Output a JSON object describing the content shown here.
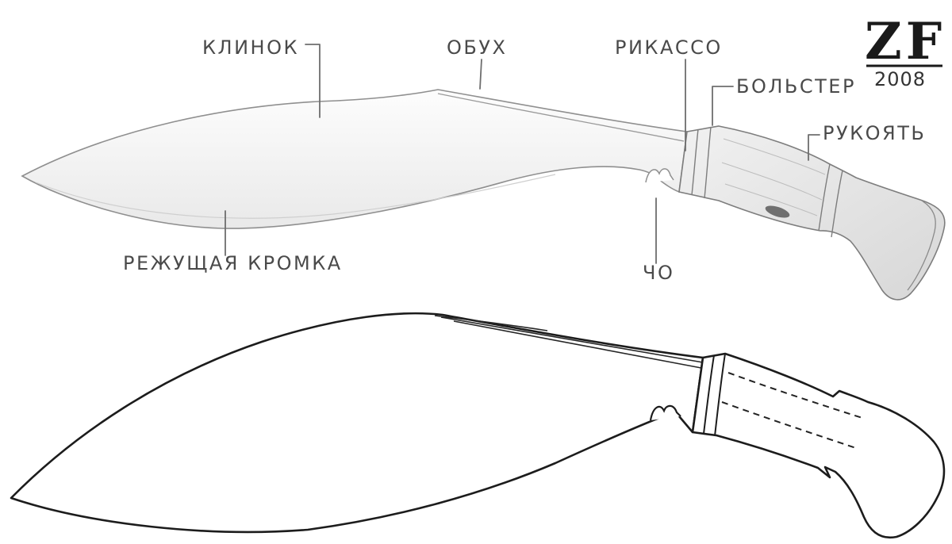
{
  "labels": {
    "blade": "КЛИНОК",
    "spine": "ОБУХ",
    "ricasso": "РИКАССО",
    "bolster": "БОЛЬСТЕР",
    "handle": "РУКОЯТЬ",
    "cutting_edge": "РЕЖУЩАЯ КРОМКА",
    "cho": "ЧО"
  },
  "signature": {
    "initials": "ZF",
    "year": "2008"
  },
  "colors": {
    "background": "#ffffff",
    "sketch_stroke": "#8f8f8f",
    "outline_stroke": "#1c1c1c",
    "label_text": "#4a4a4a",
    "leader_line": "#6e6e6e",
    "signature": "#1a1a1a"
  }
}
